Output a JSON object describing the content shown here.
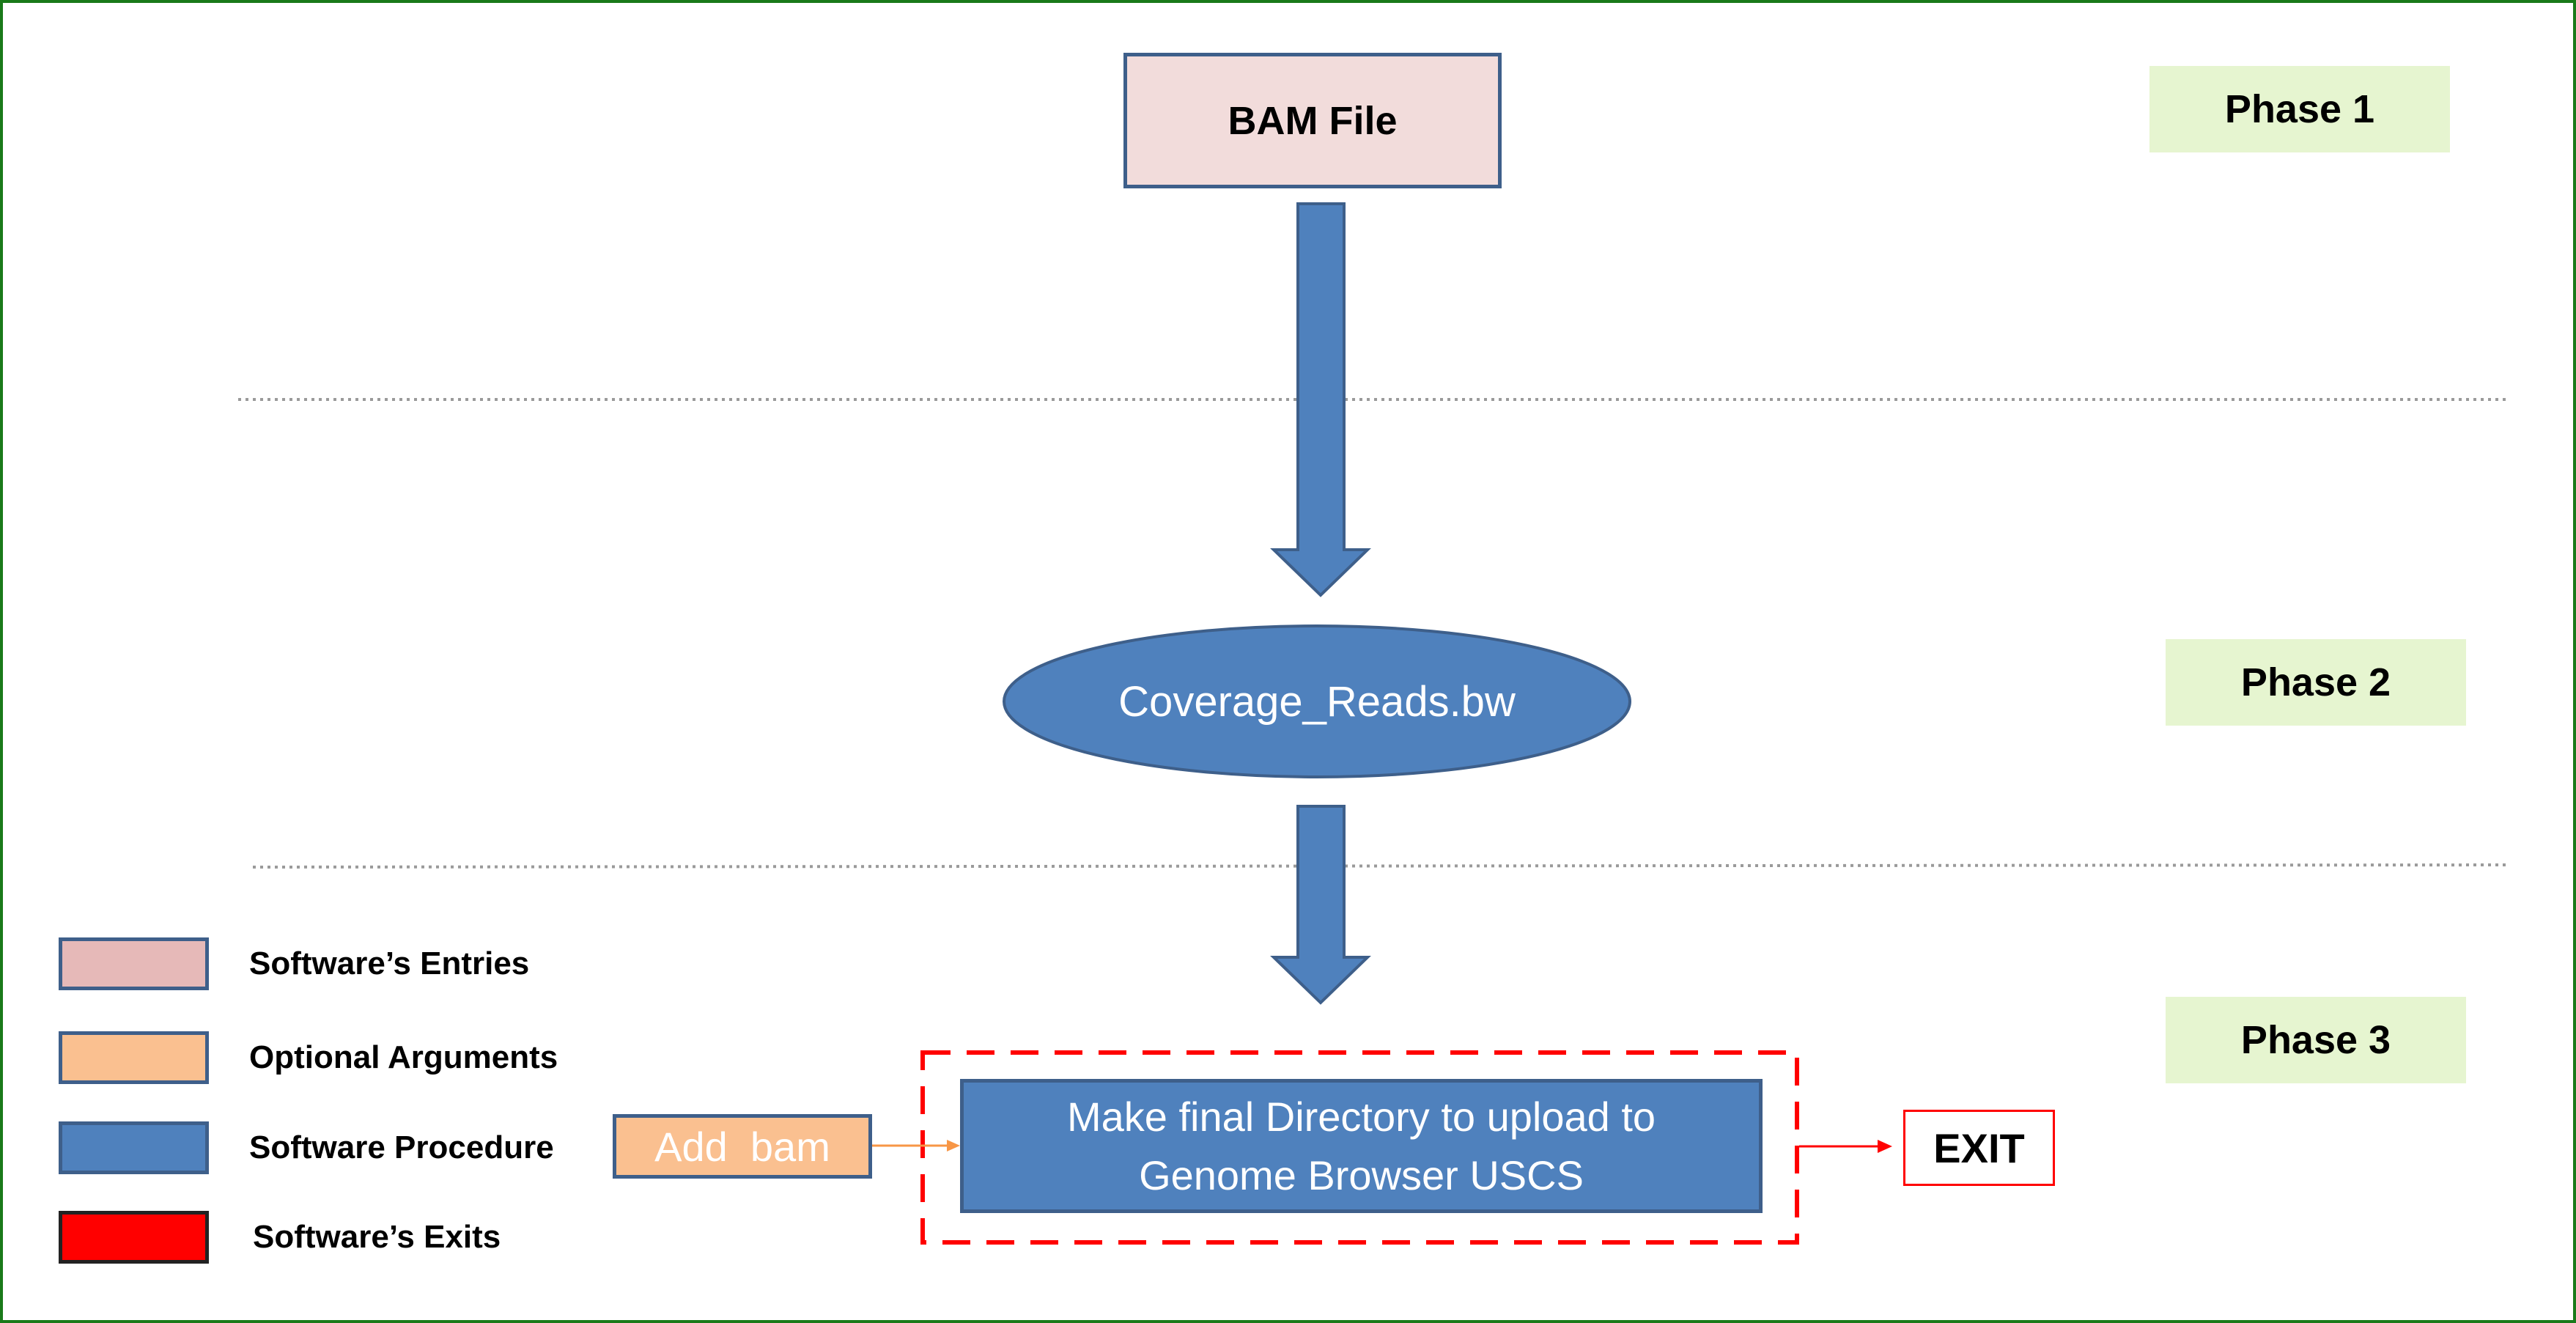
{
  "diagram": {
    "entry_node": {
      "label": "BAM File"
    },
    "coverage_node": {
      "label": "Coverage_Reads.bw"
    },
    "procedure_node": {
      "line1": "Make final Directory to upload to",
      "line2": "Genome Browser USCS"
    },
    "optional_node": {
      "label": "Add  bam"
    },
    "exit_node": {
      "label": "EXIT"
    },
    "phases": [
      {
        "label": "Phase 1"
      },
      {
        "label": "Phase 2"
      },
      {
        "label": "Phase 3"
      }
    ]
  },
  "legend": {
    "items": [
      {
        "label": "Software’s Entries",
        "color": "#e6b9b8"
      },
      {
        "label": "Optional Arguments",
        "color": "#fac090"
      },
      {
        "label": "Software Procedure",
        "color": "#4f81bd"
      },
      {
        "label": "Software’s Exits",
        "color": "#ff0000"
      }
    ]
  },
  "colors": {
    "procedure_blue": "#4f81bd",
    "border_blue": "#3e5f8a",
    "entry_pink": "#f2dcdb",
    "optional_orange": "#fac090",
    "exit_red": "#ff0000",
    "phase_green": "#e6f5d0",
    "frame_green": "#1a7a1a"
  }
}
